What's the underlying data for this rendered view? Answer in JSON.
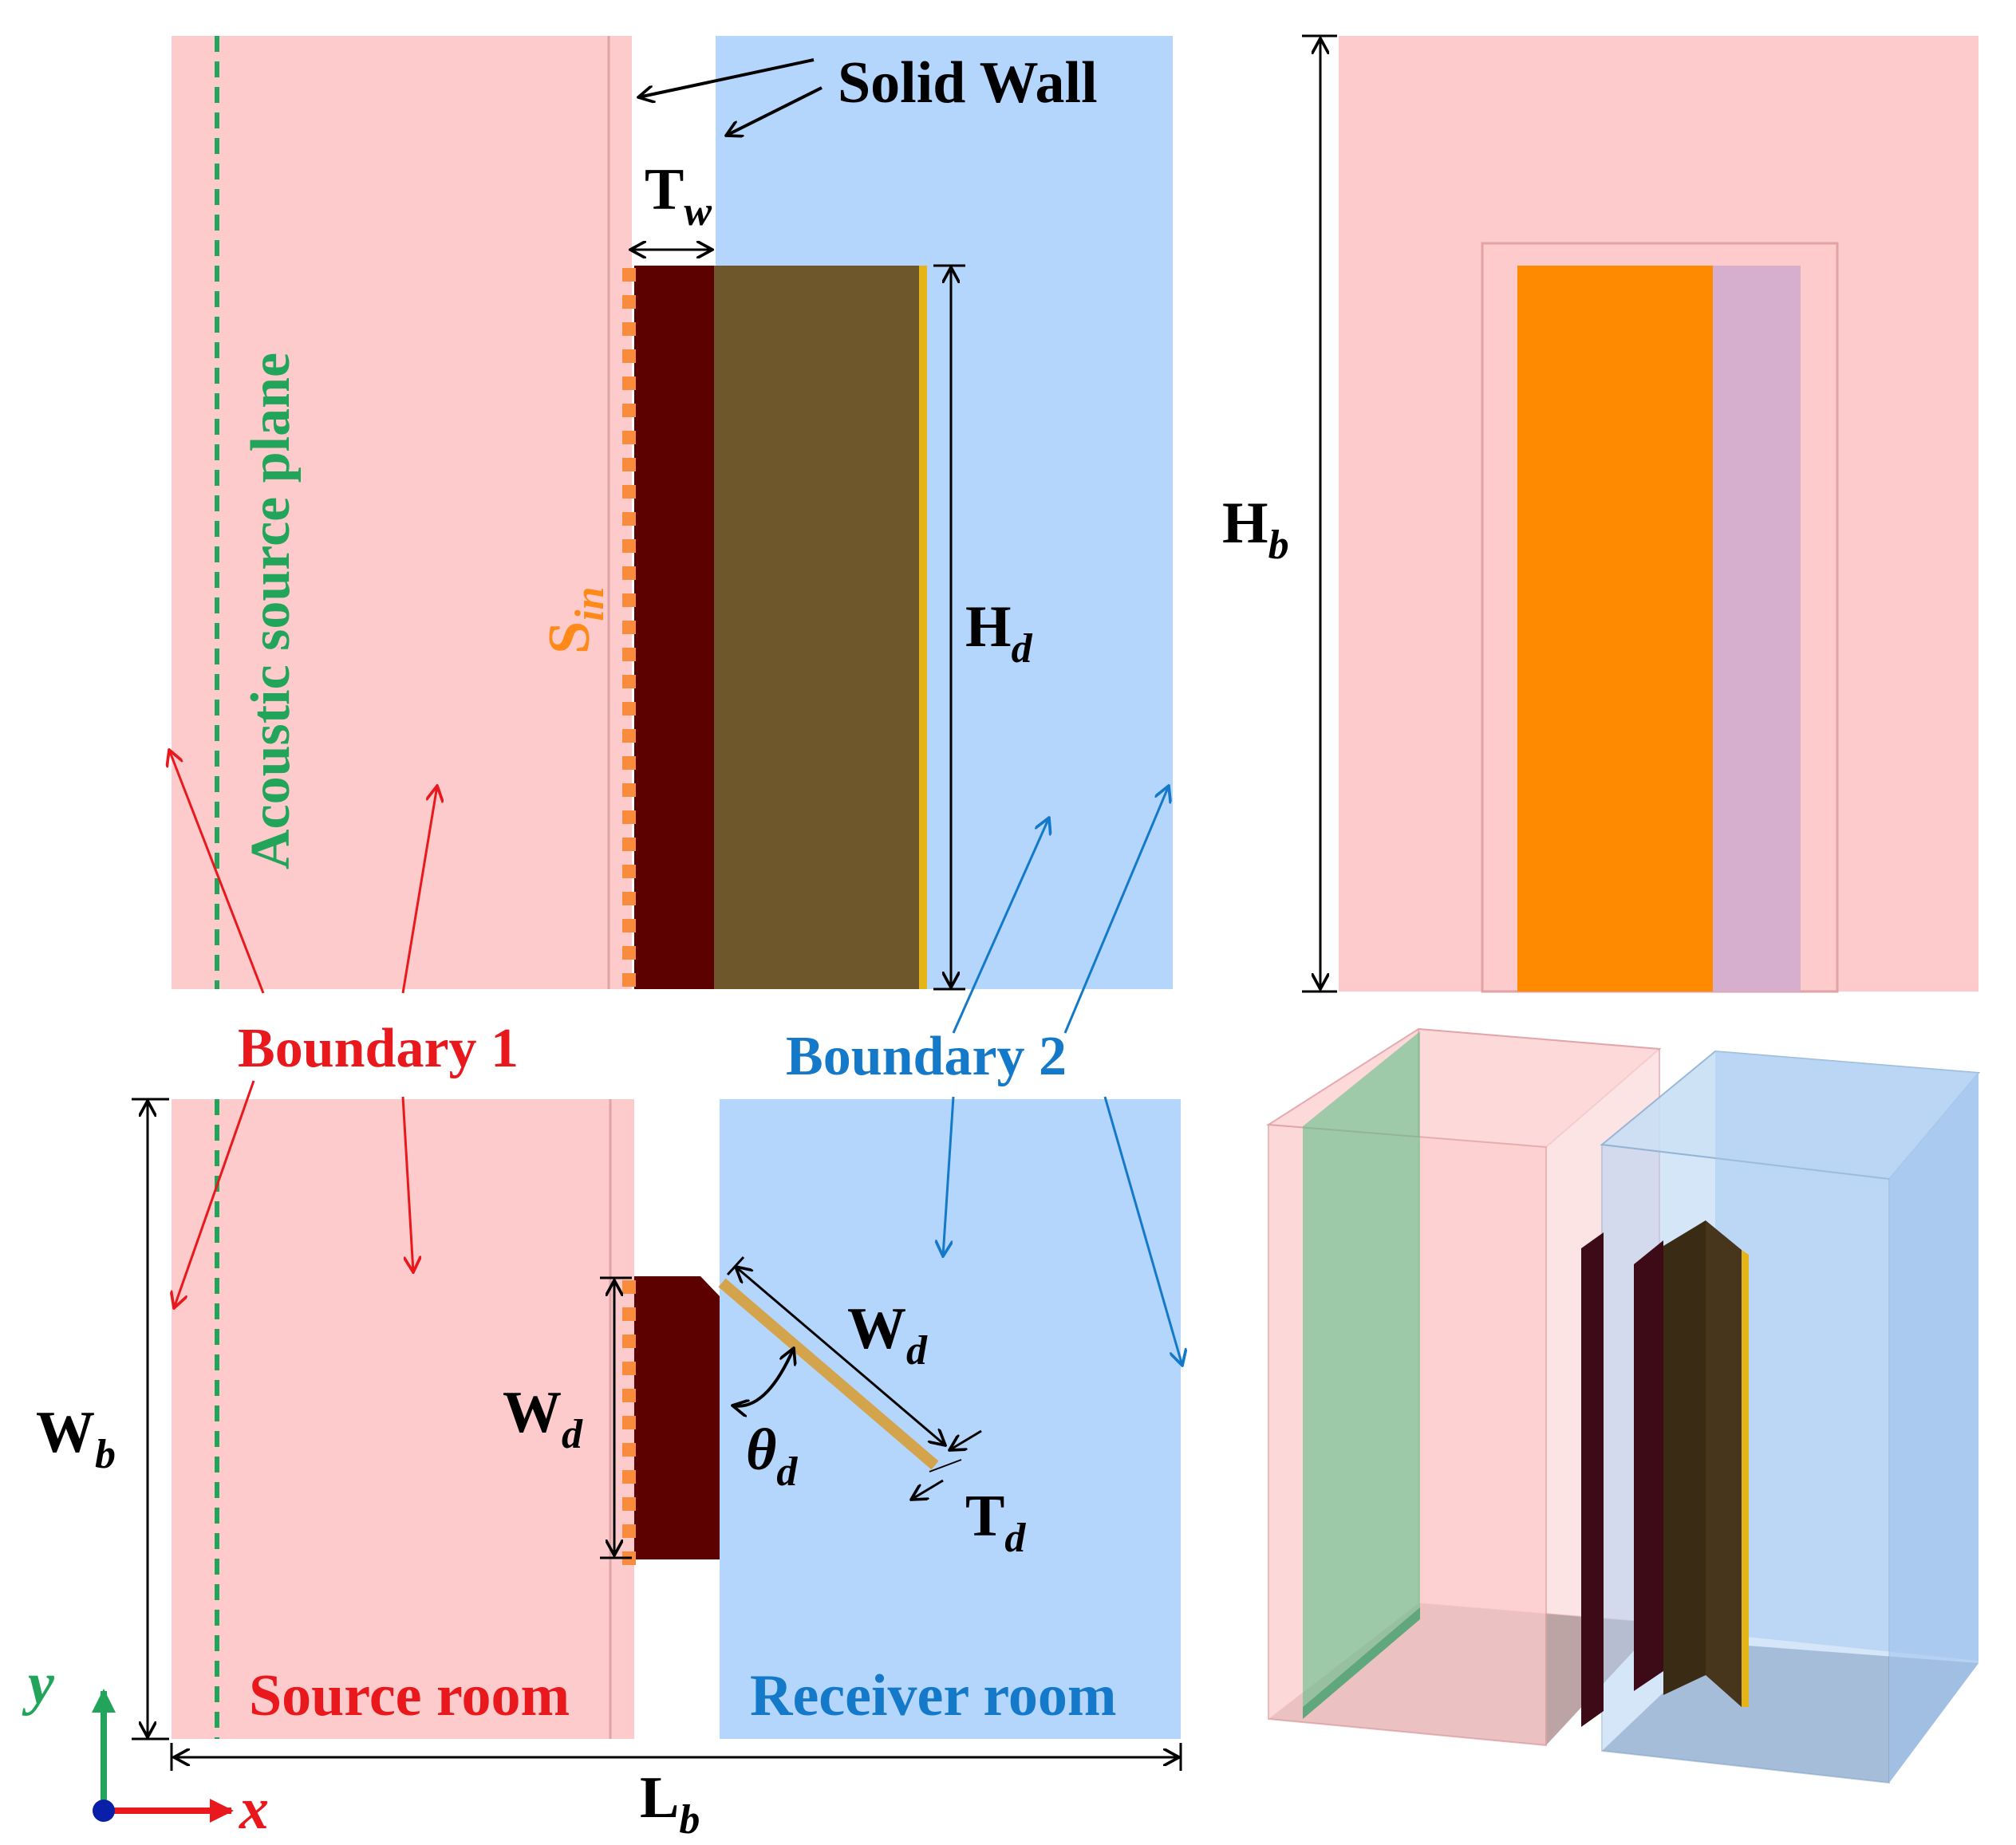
{
  "labels": {
    "solid_wall": "Solid Wall",
    "tw_main": "T",
    "tw_sub": "w",
    "hd_main": "H",
    "hd_sub": "d",
    "sin_main": "S",
    "sin_sub": "in",
    "acoustic_source_plane": "Acoustic source plane",
    "boundary1": "Boundary 1",
    "boundary2": "Boundary 2",
    "hb_main": "H",
    "hb_sub": "b",
    "wb_main": "W",
    "wb_sub": "b",
    "wd_left_main": "W",
    "wd_left_sub": "d",
    "wd_right_main": "W",
    "wd_right_sub": "d",
    "theta_main": "θ",
    "theta_sub": "d",
    "td_main": "T",
    "td_sub": "d",
    "lb_main": "L",
    "lb_sub": "b",
    "source_room": "Source room",
    "receiver_room": "Receiver room",
    "axis_x": "x",
    "axis_y": "y"
  },
  "colors": {
    "source_room": "#fdcbcc",
    "receiver_room": "#b4d6fd",
    "door_frame": "#5c0000",
    "door_leaf": "#6e582b",
    "door_edge": "#e5b417",
    "sin_squares": "#f98c3c",
    "source_plane": "#22a55a",
    "boundary1": "#e8181c",
    "boundary2": "#1379c8",
    "elevation_orange": "#fd8a00",
    "elevation_purple": "#d6afcf"
  },
  "icons": {
    "axis_origin": "blue-dot",
    "axis_x_arrow": "red-arrow-right",
    "axis_y_arrow": "green-arrow-up"
  }
}
